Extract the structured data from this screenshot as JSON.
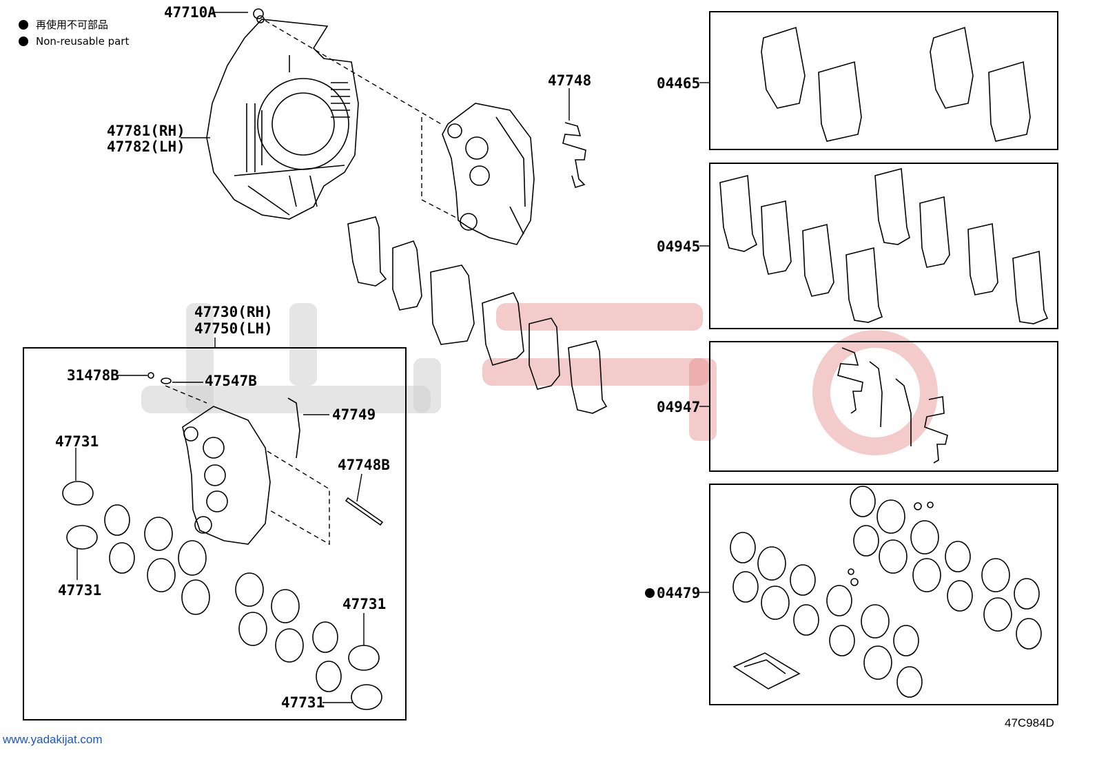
{
  "legend": {
    "jp": "再使用不可部品",
    "en": "Non-reusable part"
  },
  "labels": {
    "p47710A": "47710A",
    "p47781": "47781(RH)",
    "p47782": "47782(LH)",
    "p47748": "47748",
    "p47730": "47730(RH)",
    "p47750": "47750(LH)",
    "p31478B": "31478B",
    "p47547B": "47547B",
    "p47749": "47749",
    "p47731a": "47731",
    "p47748B": "47748B",
    "p47731b": "47731",
    "p47731c": "47731",
    "p47731d": "47731",
    "p04465": "04465",
    "p04945": "04945",
    "p04947": "04947",
    "p04479": "04479"
  },
  "footer": {
    "website": "www.yadakijat.com",
    "diagram_code": "47C984D"
  }
}
